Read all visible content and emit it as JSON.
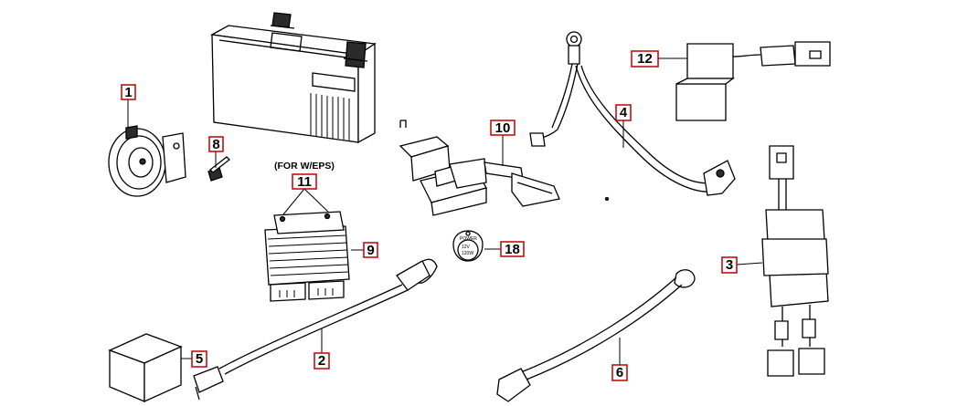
{
  "diagram": {
    "note_eps": "(FOR W/EPS)",
    "socket_text": [
      "12V",
      "120W",
      "POWER"
    ],
    "callouts": {
      "c1": "1",
      "c2": "2",
      "c3": "3",
      "c4": "4",
      "c5": "5",
      "c6": "6",
      "c8": "8",
      "c9": "9",
      "c10": "10",
      "c11": "11",
      "c12": "12",
      "c18": "18"
    },
    "accent_color": "#c00000"
  }
}
